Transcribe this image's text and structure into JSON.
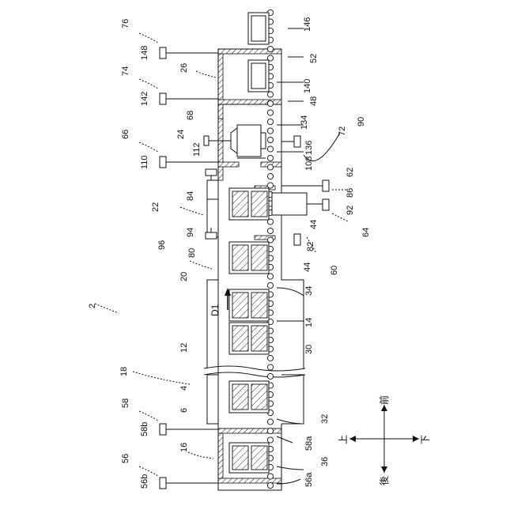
{
  "labels": {
    "n2": "2",
    "n4": "4",
    "n6": "6",
    "n12": "12",
    "n14": "14",
    "n16": "16",
    "n18": "18",
    "n20": "20",
    "n22": "22",
    "n24": "24",
    "n26": "26",
    "n30": "30",
    "n32": "32",
    "n34": "34",
    "n36": "36",
    "n44a": "44",
    "n44b": "44",
    "n48": "48",
    "n52": "52",
    "n56": "56",
    "n56a": "56a",
    "n56b": "56b",
    "n58": "58",
    "n58a": "58a",
    "n58b": "58b",
    "n60": "60",
    "n62": "62",
    "n64": "64",
    "n66": "66",
    "n68": "68",
    "n72": "72",
    "n74": "74",
    "n76": "76",
    "n80": "80",
    "n82": "82",
    "n84": "84",
    "n86": "86",
    "n90": "90",
    "n92": "92",
    "n94": "94",
    "n96": "96",
    "n108": "108",
    "n110": "110",
    "n112": "112",
    "n134": "134",
    "n136": "136",
    "n140": "140",
    "n142": "142",
    "n146": "146",
    "n148": "148"
  },
  "direction": {
    "arrow_label": "D1"
  },
  "compass": {
    "up": "上",
    "down": "下",
    "front": "前",
    "back": "後"
  },
  "colors": {
    "line": "#111111",
    "background": "#ffffff"
  }
}
